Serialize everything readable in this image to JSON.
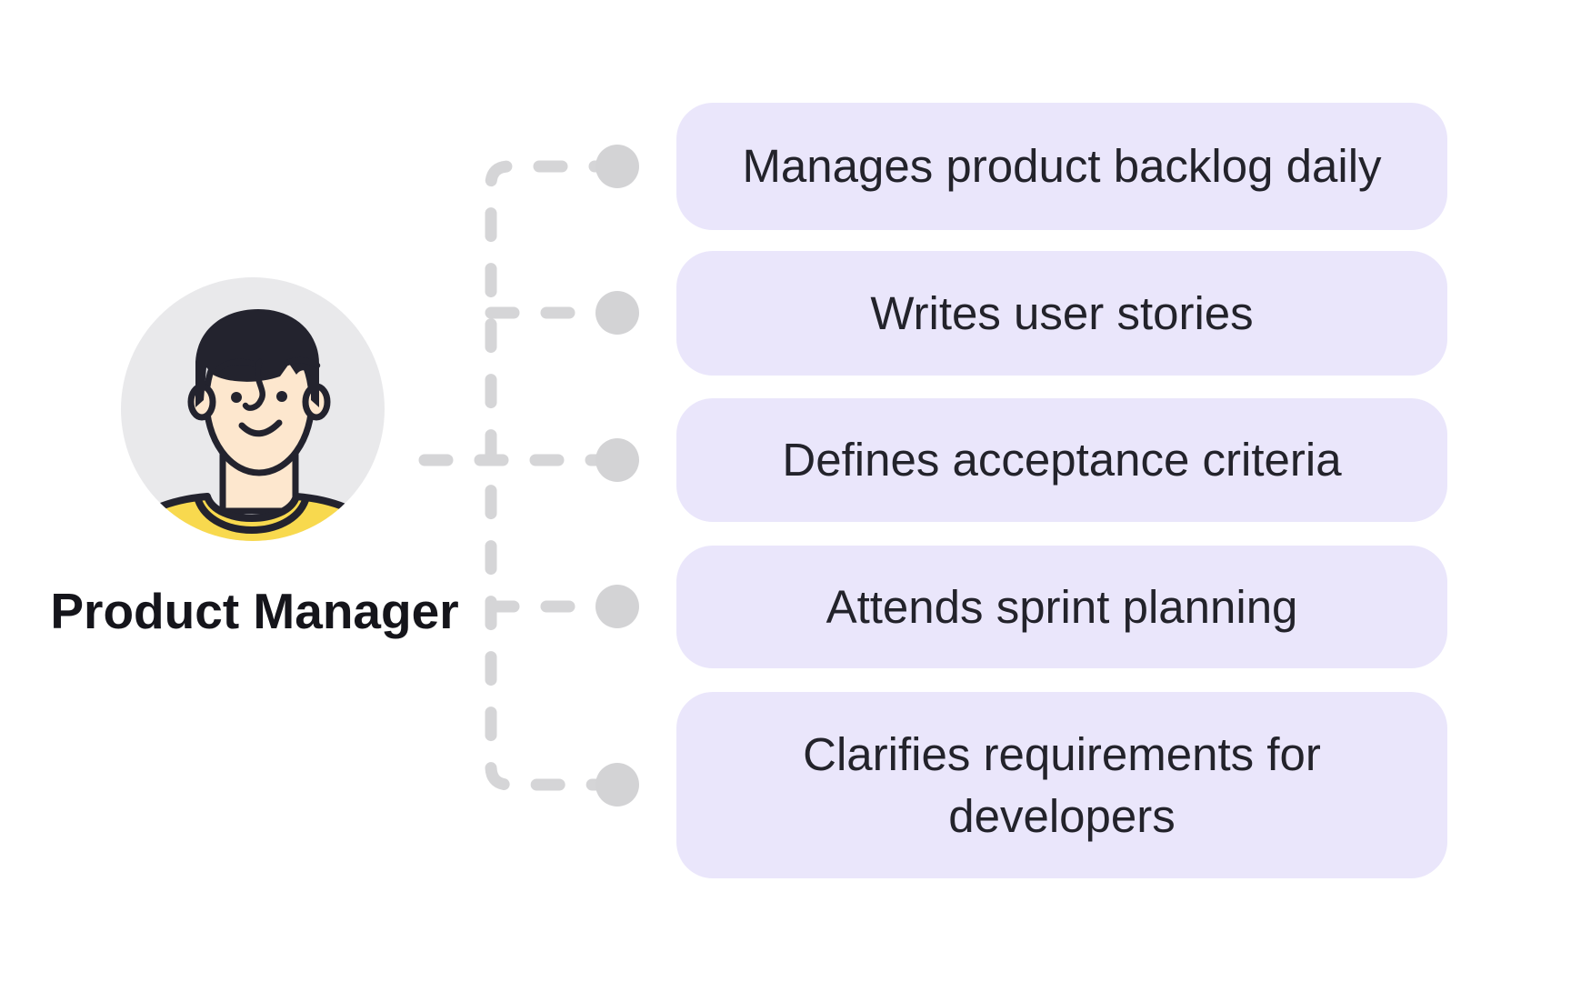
{
  "role": {
    "title": "Product Manager"
  },
  "avatar": {
    "alt": "cartoon man with dark hair wearing a yellow shirt",
    "circle_bg": "#E9E9EB",
    "skin": "#FDE7CE",
    "hair": "#23232E",
    "shirt": "#F8D94E",
    "outline": "#23232E"
  },
  "responsibilities": [
    {
      "label": "Manages product backlog daily"
    },
    {
      "label": "Writes user stories"
    },
    {
      "label": "Defines acceptance criteria"
    },
    {
      "label": "Attends sprint planning"
    },
    {
      "label": "Clarifies requirements for developers"
    }
  ],
  "colors": {
    "canvas_bg": "#FFFFFF",
    "card_bg": "#EAE6FB",
    "card_text": "#23232B",
    "title_text": "#15151B",
    "connector_dash": "#D5D5D7",
    "connector_dot": "#D3D3D5"
  }
}
